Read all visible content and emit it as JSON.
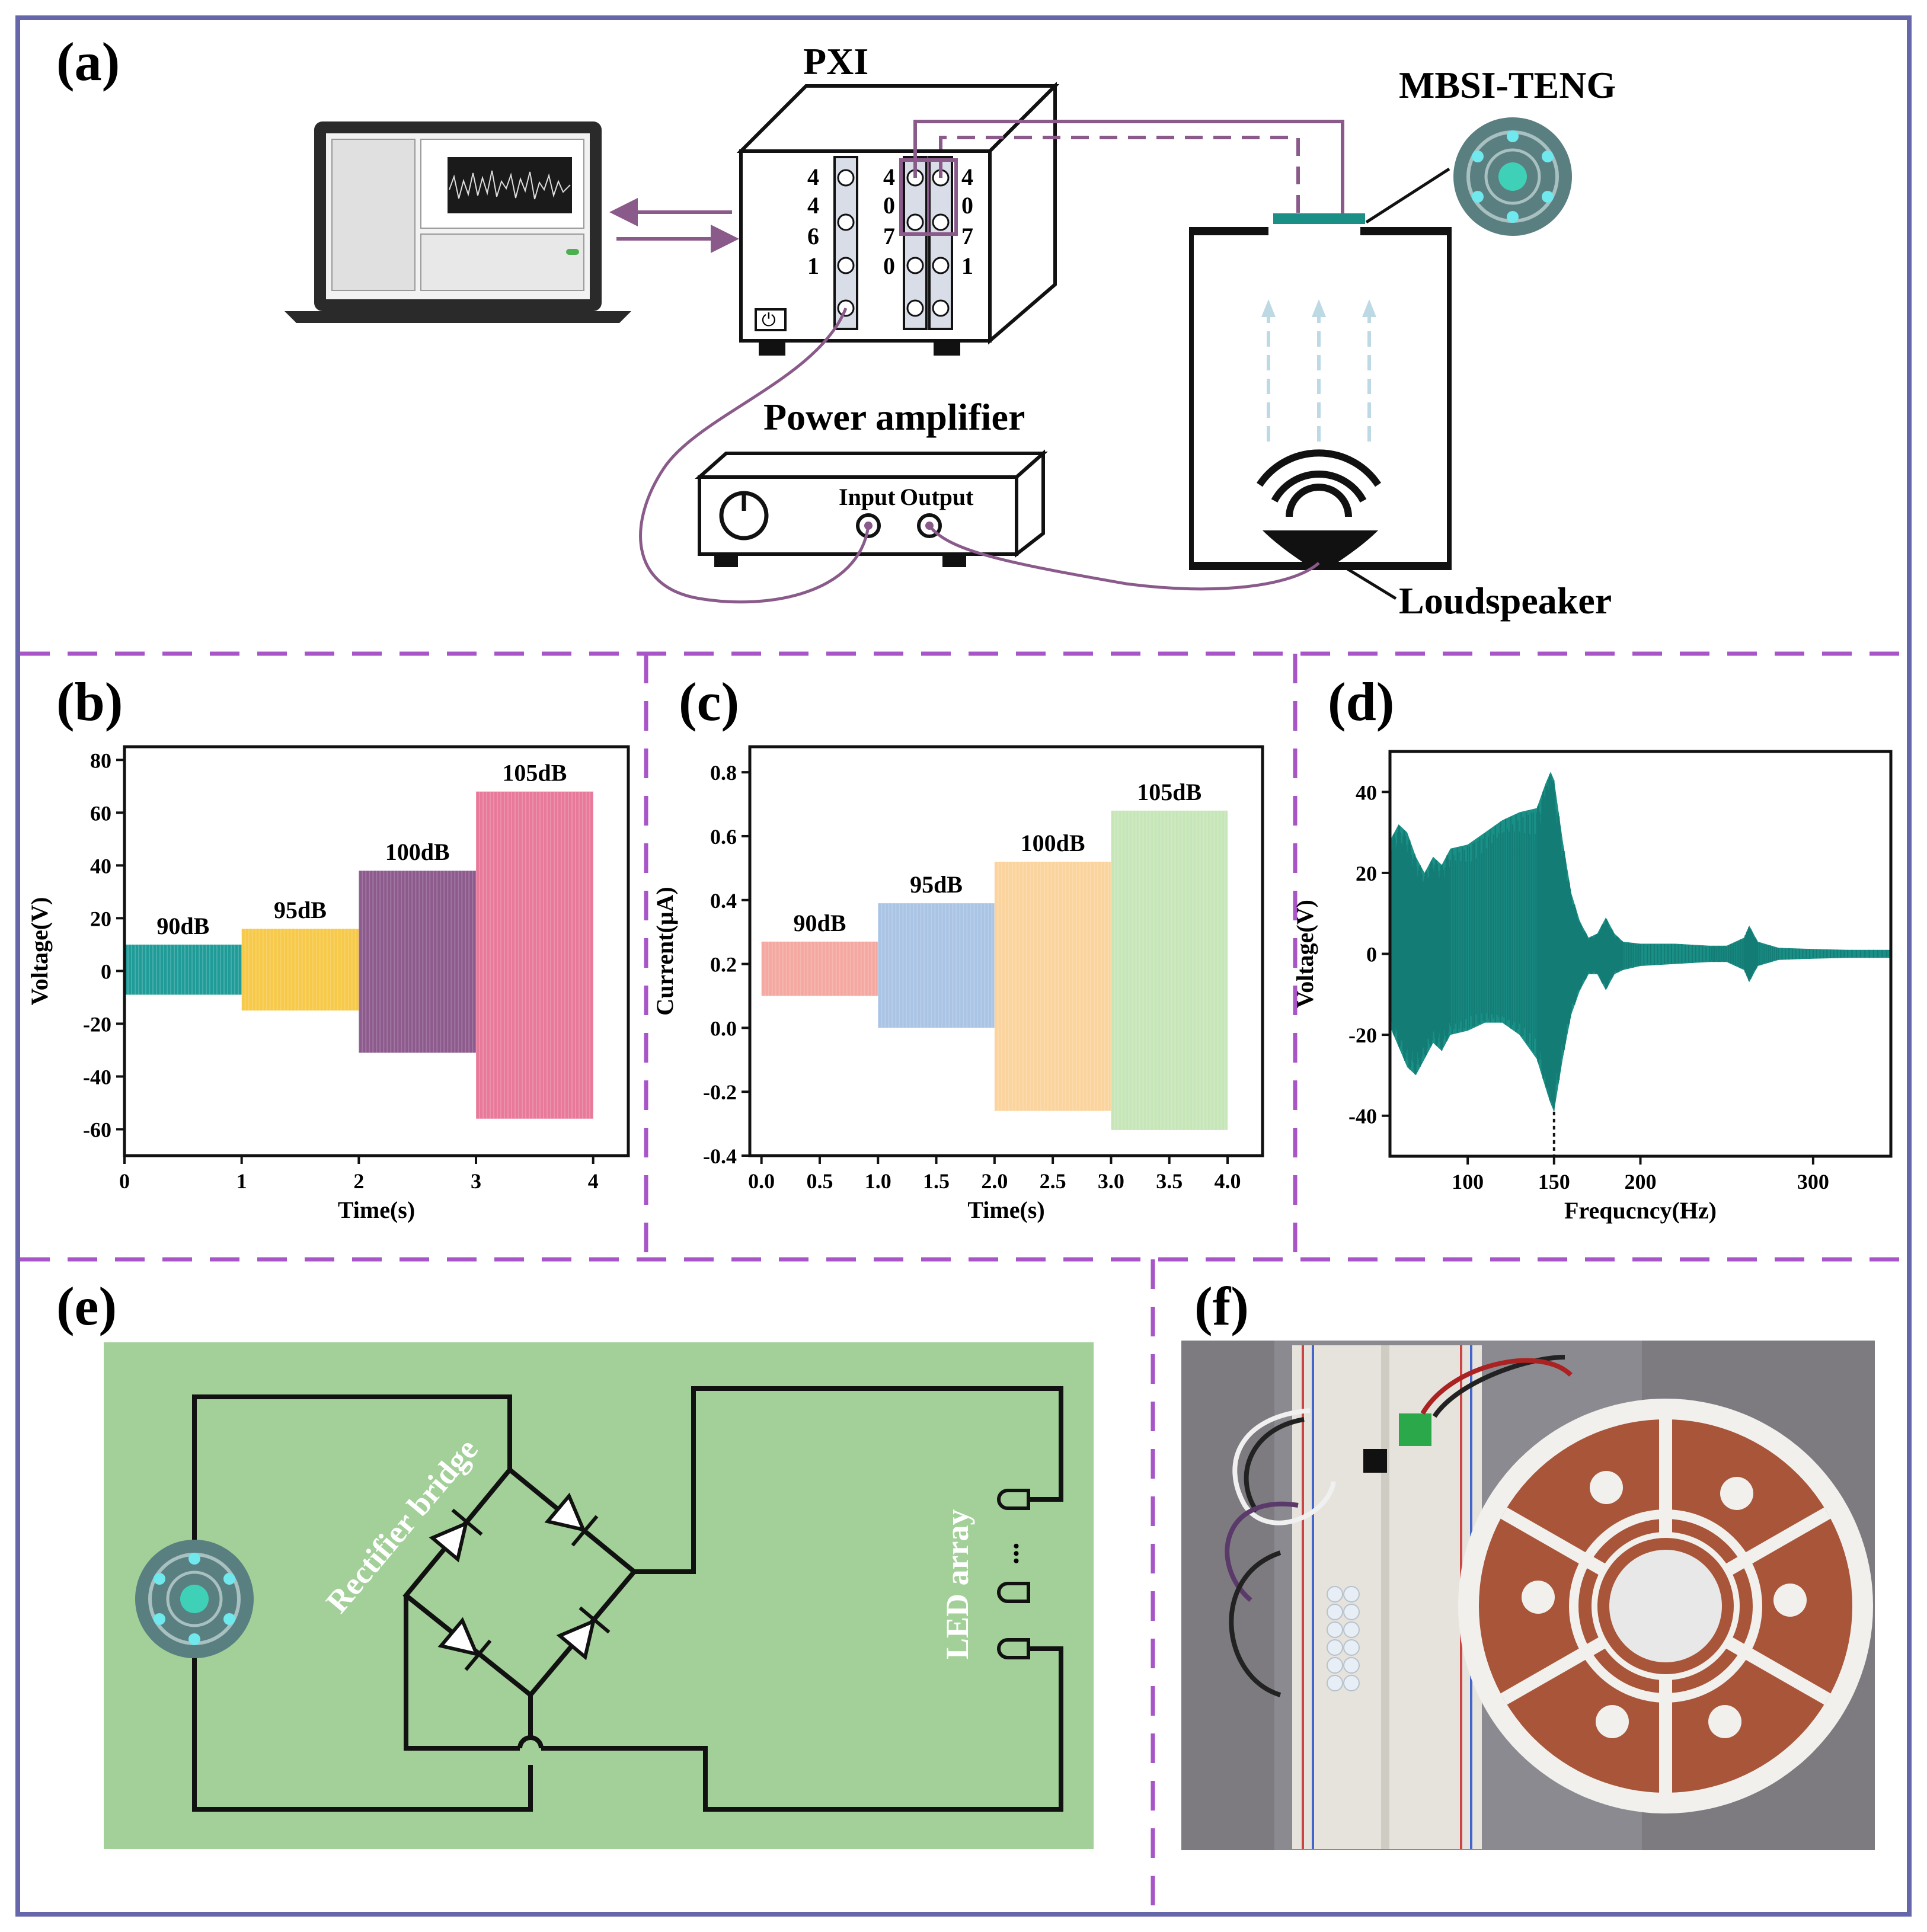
{
  "panels": {
    "a": {
      "letter": "(a)",
      "pxi_label": "PXI",
      "pxi_slot_digits": [
        [
          "4",
          "4",
          "6",
          "1"
        ],
        [
          "4",
          "0",
          "7",
          "0"
        ],
        [
          "4",
          "0",
          "7",
          "1"
        ]
      ],
      "teng_label": "MBSI-TENG",
      "amplifier_label": "Power amplifier",
      "amp_input": "Input",
      "amp_output": "Output",
      "speaker_label": "Loudspeaker"
    },
    "b": {
      "letter": "(b)"
    },
    "c": {
      "letter": "(c)"
    },
    "d": {
      "letter": "(d)"
    },
    "e": {
      "letter": "(e)",
      "rectifier_label": "Rectifier bridge",
      "led_label": "LED array",
      "ellipsis": "..."
    },
    "f": {
      "letter": "(f)"
    }
  },
  "colors": {
    "frame": "#6666aa",
    "divider": "#a855c8",
    "wire": "#8a5a8a",
    "teal": "#1a8f86",
    "panel_e_bg": "#a2d098"
  },
  "chart_data": [
    {
      "type": "area",
      "panel": "b",
      "xlabel": "Time(s)",
      "ylabel": "Voltage(V)",
      "xlim": [
        0,
        4.3
      ],
      "ylim": [
        -70,
        85
      ],
      "xticks": [
        0,
        1,
        2,
        3,
        4
      ],
      "yticks": [
        -60,
        -40,
        -20,
        0,
        20,
        40,
        60,
        80
      ],
      "series": [
        {
          "name": "90dB",
          "x": [
            0,
            1
          ],
          "max": 10,
          "min": -9,
          "color": "#1f9b98"
        },
        {
          "name": "95dB",
          "x": [
            1,
            2
          ],
          "max": 16,
          "min": -15,
          "color": "#f7c948"
        },
        {
          "name": "100dB",
          "x": [
            2,
            3
          ],
          "max": 38,
          "min": -31,
          "color": "#8c5a8c"
        },
        {
          "name": "105dB",
          "x": [
            3,
            4
          ],
          "max": 68,
          "min": -56,
          "color": "#e8799a"
        }
      ]
    },
    {
      "type": "area",
      "panel": "c",
      "xlabel": "Time(s)",
      "ylabel": "Current(μA)",
      "xlim": [
        -0.1,
        4.3
      ],
      "ylim": [
        -0.4,
        0.88
      ],
      "xticks": [
        "0.0",
        "0.5",
        "1.0",
        "1.5",
        "2.0",
        "2.5",
        "3.0",
        "3.5",
        "4.0"
      ],
      "yticks": [
        "-0.4",
        "-0.2",
        "0.0",
        "0.2",
        "0.4",
        "0.6",
        "0.8"
      ],
      "series": [
        {
          "name": "90dB",
          "x": [
            0,
            1
          ],
          "max": 0.27,
          "min": 0.1,
          "color": "#f4a8a0"
        },
        {
          "name": "95dB",
          "x": [
            1,
            2
          ],
          "max": 0.39,
          "min": 0.0,
          "color": "#a9c4e4"
        },
        {
          "name": "100dB",
          "x": [
            2,
            3
          ],
          "max": 0.52,
          "min": -0.26,
          "color": "#fbd39c"
        },
        {
          "name": "105dB",
          "x": [
            3,
            4
          ],
          "max": 0.68,
          "min": -0.32,
          "color": "#c6e6b8"
        }
      ]
    },
    {
      "type": "area",
      "panel": "d",
      "xlabel": "Frequcncy(Hz)",
      "ylabel": "Voltage(V)",
      "xlim": [
        55,
        345
      ],
      "ylim": [
        -50,
        50
      ],
      "xticks": [
        100,
        150,
        200,
        300
      ],
      "yticks": [
        -40,
        -20,
        0,
        20,
        40
      ],
      "marker_x": 150,
      "envelope": [
        [
          55,
          28,
          -18
        ],
        [
          60,
          32,
          -23
        ],
        [
          65,
          30,
          -28
        ],
        [
          70,
          24,
          -30
        ],
        [
          75,
          20,
          -26
        ],
        [
          80,
          24,
          -22
        ],
        [
          85,
          22,
          -24
        ],
        [
          90,
          26,
          -20
        ],
        [
          100,
          27,
          -19
        ],
        [
          110,
          30,
          -17
        ],
        [
          120,
          33,
          -17
        ],
        [
          130,
          35,
          -20
        ],
        [
          140,
          36,
          -26
        ],
        [
          145,
          42,
          -33
        ],
        [
          148,
          45,
          -37
        ],
        [
          150,
          43,
          -39
        ],
        [
          155,
          28,
          -26
        ],
        [
          160,
          15,
          -15
        ],
        [
          165,
          8,
          -9
        ],
        [
          170,
          4,
          -5
        ],
        [
          175,
          5,
          -5
        ],
        [
          180,
          9,
          -9
        ],
        [
          185,
          5,
          -5
        ],
        [
          190,
          3,
          -4
        ],
        [
          200,
          2.5,
          -3
        ],
        [
          220,
          2.5,
          -2.5
        ],
        [
          240,
          2,
          -2
        ],
        [
          250,
          2,
          -2
        ],
        [
          260,
          4,
          -4
        ],
        [
          263,
          7,
          -7
        ],
        [
          268,
          3,
          -3
        ],
        [
          280,
          1.5,
          -1.5
        ],
        [
          300,
          1.2,
          -1.2
        ],
        [
          320,
          1,
          -1
        ],
        [
          345,
          1,
          -1
        ]
      ]
    }
  ]
}
